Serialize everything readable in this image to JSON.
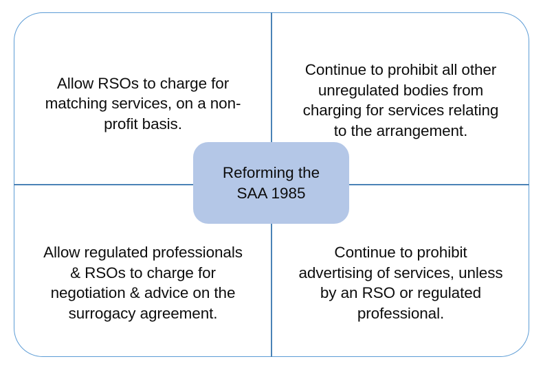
{
  "diagram": {
    "type": "four-quadrant-hub-and-spoke",
    "center": {
      "label": "Reforming the\nSAA 1985",
      "fill_color": "#b4c7e7",
      "text_color": "#0d0d0d"
    },
    "frame": {
      "border_color": "#5b9bd5",
      "divider_color": "#4a82b6",
      "background_color": "#ffffff"
    },
    "quadrants": [
      {
        "position": "top-left",
        "text": "Allow RSOs to charge for\nmatching services, on a non-\nprofit basis."
      },
      {
        "position": "top-right",
        "text": "Continue to prohibit all other\nunregulated bodies from\ncharging for services relating\nto the arrangement."
      },
      {
        "position": "bottom-left",
        "text": "Allow regulated professionals\n& RSOs to charge for\nnegotiation & advice on the\nsurrogacy agreement."
      },
      {
        "position": "bottom-right",
        "text": "Continue to prohibit\nadvertising of services, unless\nby an RSO or regulated\nprofessional."
      }
    ]
  }
}
